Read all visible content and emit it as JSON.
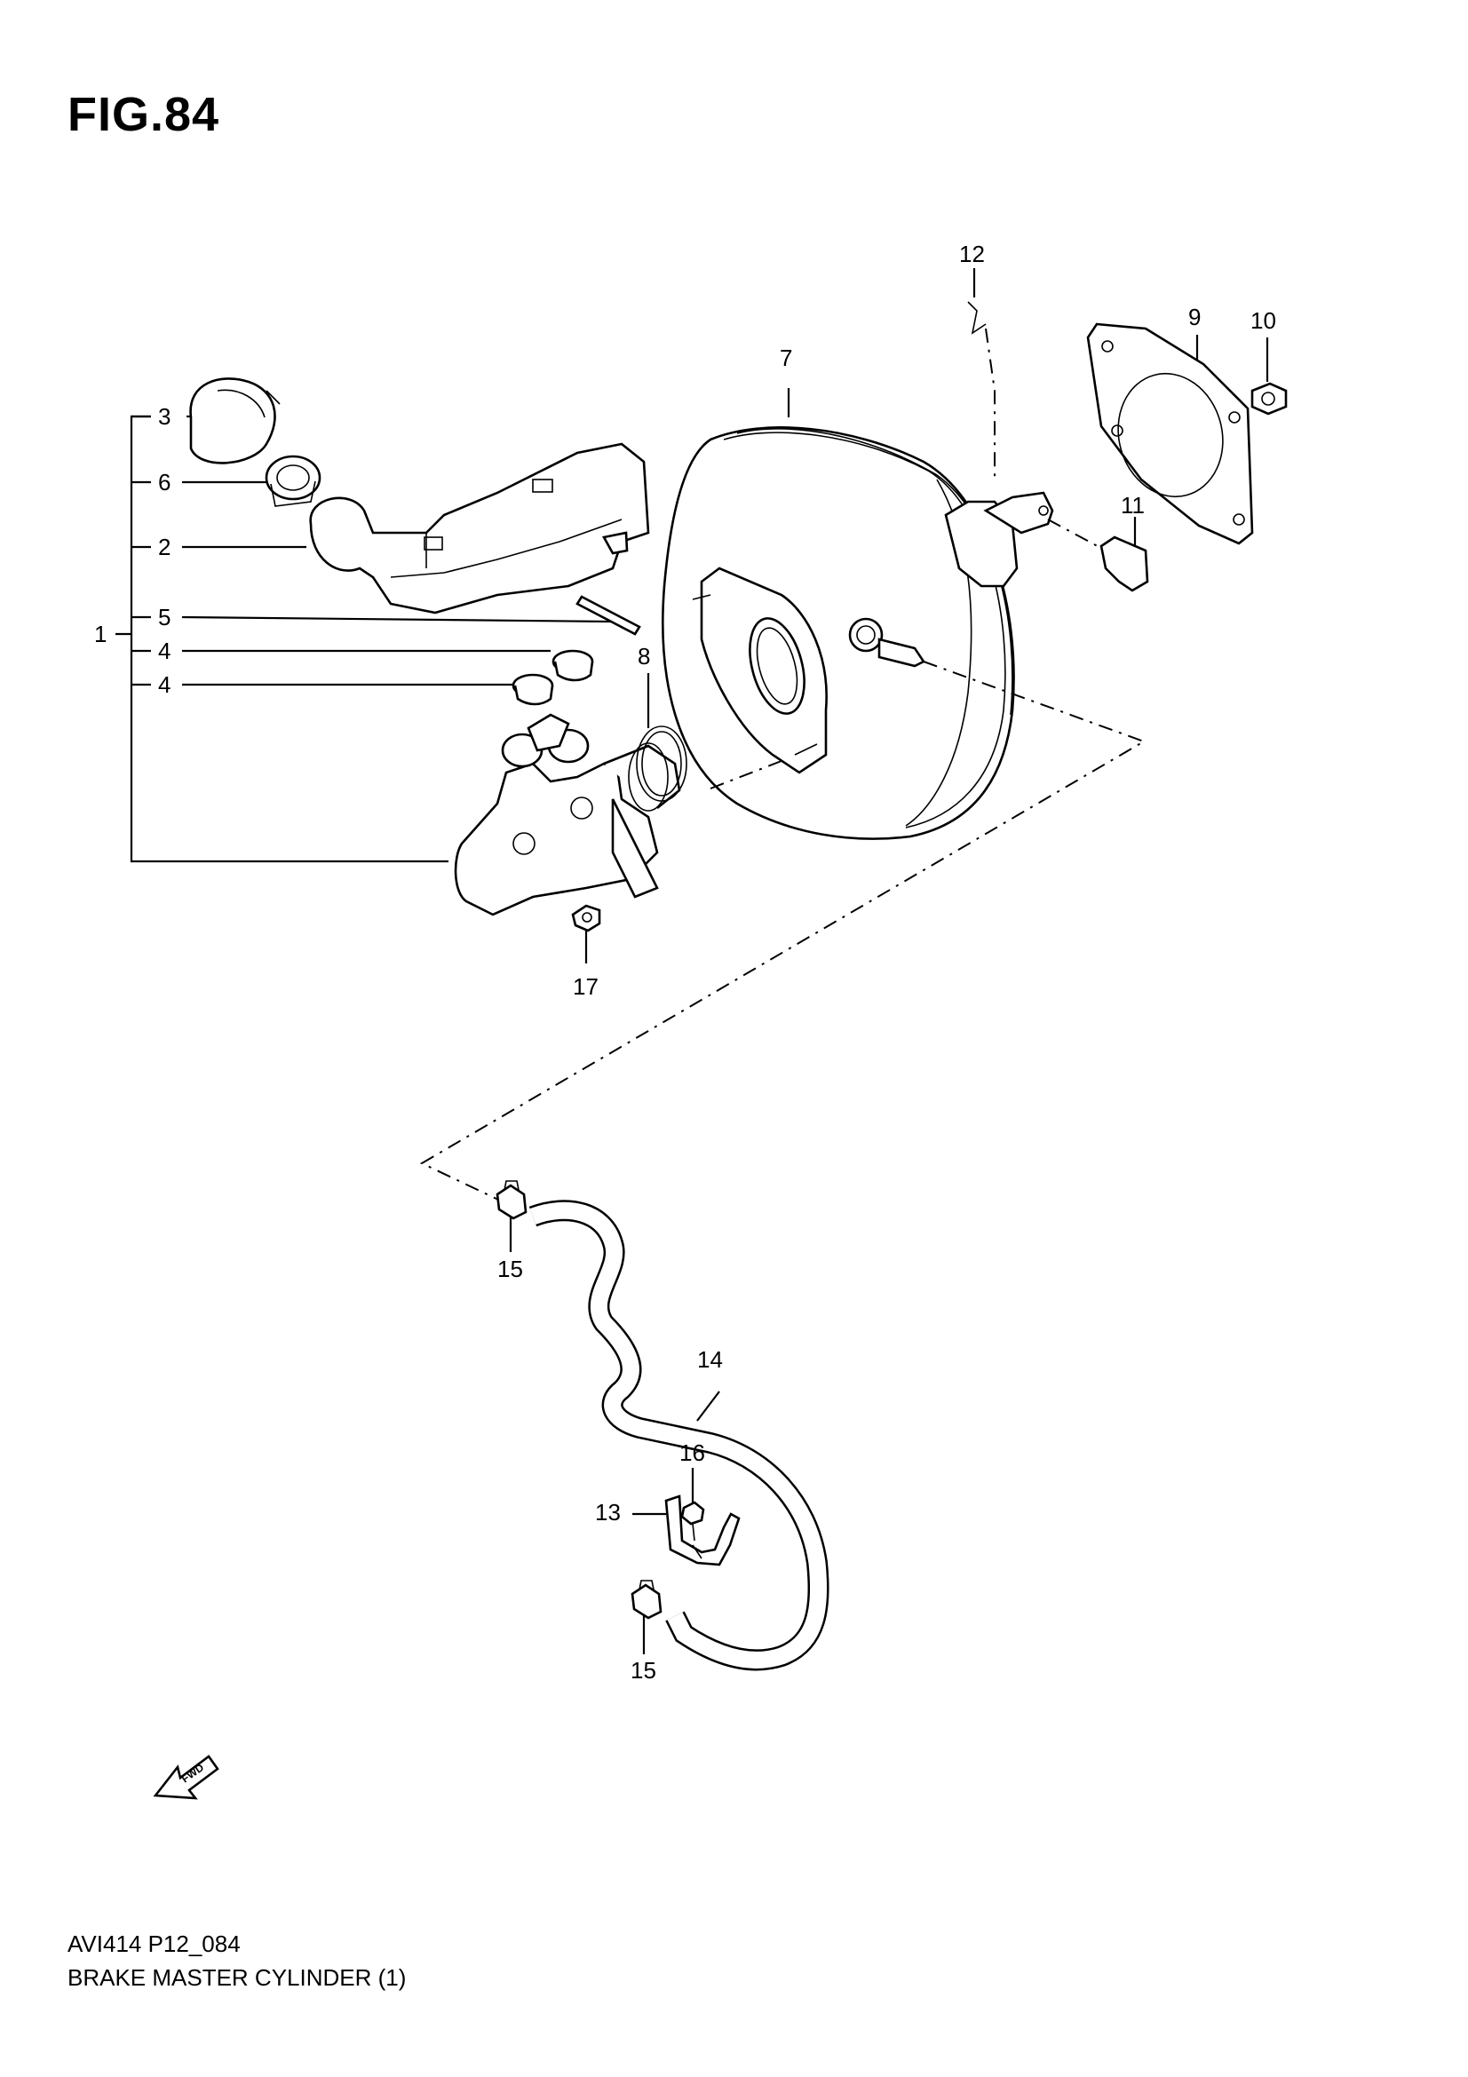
{
  "figure": {
    "title": "FIG.84",
    "code": "AVI414 P12_084",
    "name": "BRAKE MASTER CYLINDER (1)"
  },
  "callouts": {
    "c1": "1",
    "c2": "2",
    "c3": "3",
    "c4a": "4",
    "c4b": "4",
    "c5": "5",
    "c6": "6",
    "c7": "7",
    "c8": "8",
    "c9": "9",
    "c10": "10",
    "c11": "11",
    "c12": "12",
    "c13": "13",
    "c14": "14",
    "c15a": "15",
    "c15b": "15",
    "c16": "16",
    "c17": "17"
  },
  "icons": {
    "forward": "fwd-arrow-icon"
  }
}
